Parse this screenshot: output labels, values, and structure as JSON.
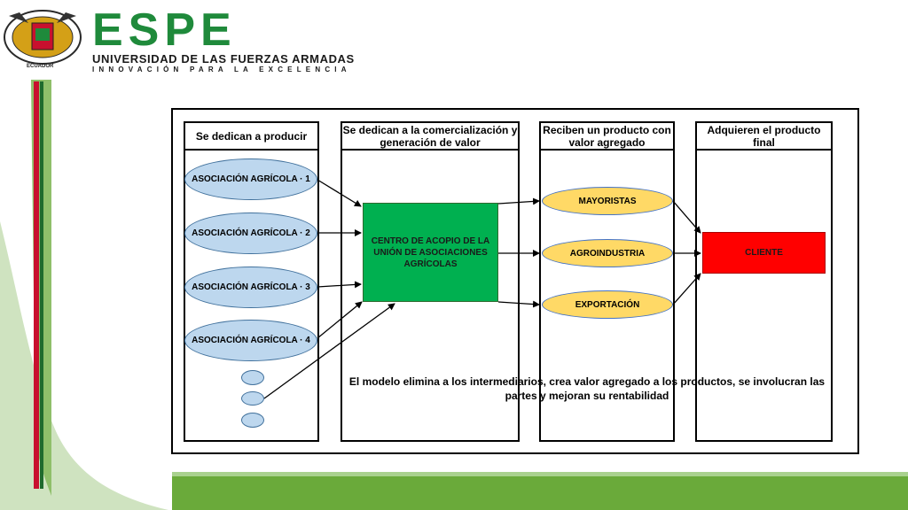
{
  "logo": {
    "brand": "ESPE",
    "university": "UNIVERSIDAD DE LAS FUERZAS ARMADAS",
    "motto": "INNOVACIÓN PARA LA EXCELENCIA",
    "seal_caption": "ECUADOR"
  },
  "colors": {
    "green": "#00b050",
    "red": "#ff0000",
    "blue_ellipse": "#bdd7ee",
    "yellow_ellipse": "#ffd966",
    "accent_green": "#6aaa3a"
  },
  "diagram": {
    "columns": [
      {
        "header": "Se dedican a producir"
      },
      {
        "header": "Se dedican a la comercialización y generación de valor"
      },
      {
        "header": "Reciben un producto con valor agregado"
      },
      {
        "header": "Adquieren el producto final"
      }
    ],
    "producers": [
      "ASOCIACIÓN AGRÍCOLA · 1",
      "ASOCIACIÓN AGRÍCOLA · 2",
      "ASOCIACIÓN AGRÍCOLA · 3",
      "ASOCIACIÓN AGRÍCOLA · 4"
    ],
    "center": "CENTRO DE ACOPIO DE LA UNIÓN DE ASOCIACIONES AGRÍCOLAS",
    "channels": [
      "MAYORISTAS",
      "AGROINDUSTRIA",
      "EXPORTACIÓN"
    ],
    "client": "CLIENTE",
    "note": "El modelo elimina a los intermediarios, crea valor agregado a los productos, se involucran las partes y mejoran su rentabilidad"
  }
}
